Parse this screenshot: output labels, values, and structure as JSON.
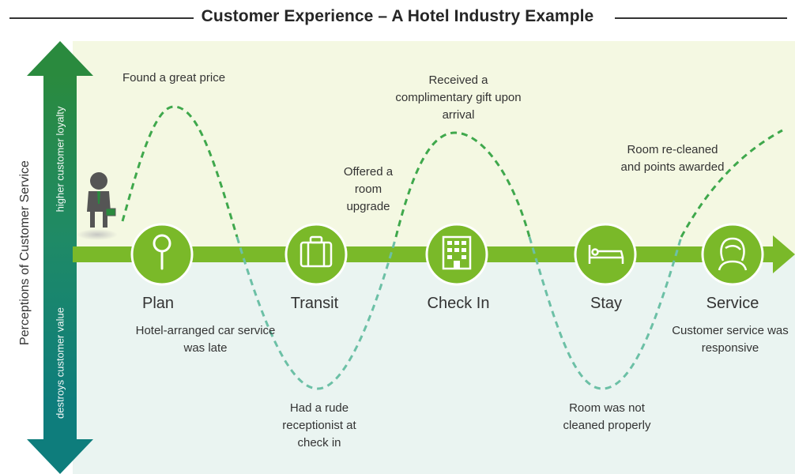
{
  "title": "Customer Experience – A Hotel Industry Example",
  "y_axis": {
    "title": "Perceptions of Customer Service",
    "top_label": "higher customer loyalty",
    "bottom_label": "destroys customer value"
  },
  "stages": [
    {
      "label": "Plan",
      "icon": "map-pin-icon"
    },
    {
      "label": "Transit",
      "icon": "suitcase-icon"
    },
    {
      "label": "Check In",
      "icon": "hotel-building-icon"
    },
    {
      "label": "Stay",
      "icon": "bed-icon"
    },
    {
      "label": "Service",
      "icon": "person-icon"
    }
  ],
  "events": [
    {
      "text": "Found a great price",
      "sentiment": "positive"
    },
    {
      "text": "Hotel-arranged car service was late",
      "sentiment": "negative"
    },
    {
      "text": "Had a rude receptionist at check in",
      "sentiment": "negative"
    },
    {
      "text": "Offered a room upgrade",
      "sentiment": "positive"
    },
    {
      "text": "Received a complimentary gift upon arrival",
      "sentiment": "positive"
    },
    {
      "text": "Room was not cleaned properly",
      "sentiment": "negative"
    },
    {
      "text": "Room re-cleaned and points awarded",
      "sentiment": "positive"
    },
    {
      "text": "Customer service was responsive",
      "sentiment": "positive"
    }
  ],
  "colors": {
    "positive_band": "#f4f8e2",
    "negative_band": "#eaf4f1",
    "timeline_green": "#7ab929",
    "positive_curve": "#3fa84c",
    "negative_curve": "#6cc0a6",
    "arrow_top": "#2a8a3e",
    "arrow_bottom": "#0e7d7c"
  }
}
